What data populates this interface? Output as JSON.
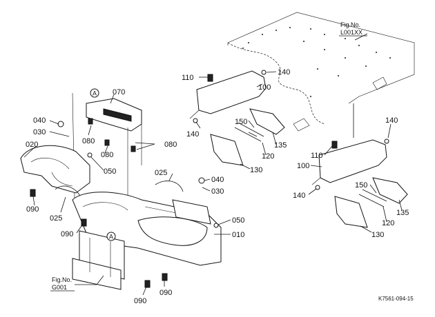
{
  "diagram_code": "K7561-094-15",
  "fig_refs": [
    {
      "id": "fig-ref-top",
      "title": "Fig.No.",
      "number": "L001XX"
    },
    {
      "id": "fig-ref-bottom",
      "title": "Fig.No.",
      "number": "G001"
    }
  ],
  "markers": [
    "A",
    "A"
  ],
  "part_labels": [
    "070",
    "040",
    "030",
    "020",
    "080",
    "080",
    "080",
    "050",
    "090",
    "025",
    "025",
    "040",
    "030",
    "050",
    "010",
    "090",
    "090",
    "090",
    "110",
    "140",
    "100",
    "140",
    "150",
    "120",
    "135",
    "130",
    "140",
    "110",
    "100",
    "140",
    "150",
    "120",
    "135",
    "130"
  ]
}
